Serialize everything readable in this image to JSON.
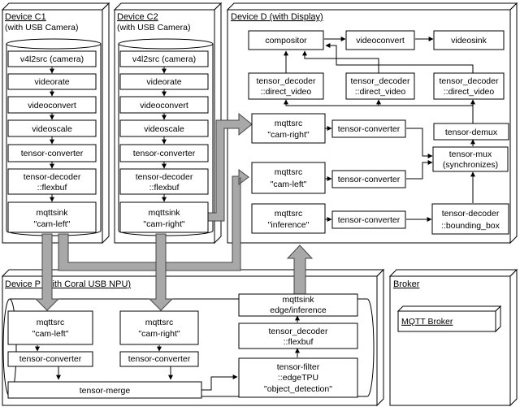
{
  "devices": {
    "c1": {
      "title_line1": "Device C1",
      "title_line2": "(with USB Camera)"
    },
    "c2": {
      "title_line1": "Device C2",
      "title_line2": "(with USB Camera)"
    },
    "d": {
      "title": "Device D (with Display)"
    },
    "p": {
      "title": "Device P (with Coral USB NPU)"
    },
    "broker": {
      "title": "Broker"
    }
  },
  "c1": {
    "v4l2src": "v4l2src (camera)",
    "videorate": "videorate",
    "videoconvert": "videoconvert",
    "videoscale": "videoscale",
    "converter": "tensor-converter",
    "decoder_l1": "tensor-decoder",
    "decoder_l2": "::flexbuf",
    "sink_l1": "mqttsink",
    "sink_l2": "\"cam-left\""
  },
  "c2": {
    "v4l2src": "v4l2src (camera)",
    "videorate": "videorate",
    "videoconvert": "videoconvert",
    "videoscale": "videoscale",
    "converter": "tensor-converter",
    "decoder_l1": "tensor-decoder",
    "decoder_l2": "::flexbuf",
    "sink_l1": "mqttsink",
    "sink_l2": "\"cam-right\""
  },
  "d": {
    "compositor": "compositor",
    "videoconvert": "videoconvert",
    "videosink": "videosink",
    "dec1_l1": "tensor_decoder",
    "dec1_l2": "::direct_video",
    "dec2_l1": "tensor_decoder",
    "dec2_l2": "::direct_video",
    "dec3_l1": "tensor_decoder",
    "dec3_l2": "::direct_video",
    "src_right_l1": "mqttsrc",
    "src_right_l2": "\"cam-right\"",
    "src_left_l1": "mqttsrc",
    "src_left_l2": "\"cam-left\"",
    "src_inf_l1": "mqttsrc",
    "src_inf_l2": "\"inference\"",
    "conv1": "tensor-converter",
    "conv2": "tensor-converter",
    "conv3": "tensor-converter",
    "demux": "tensor-demux",
    "mux_l1": "tensor-mux",
    "mux_l2": "(synchronizes)",
    "bbox_l1": "tensor-decoder",
    "bbox_l2": "::bounding_box"
  },
  "p": {
    "src_left_l1": "mqttsrc",
    "src_left_l2": "\"cam-left\"",
    "src_right_l1": "mqttsrc",
    "src_right_l2": "\"cam-right\"",
    "conv_left": "tensor-converter",
    "conv_right": "tensor-converter",
    "merge": "tensor-merge",
    "sink_l1": "mqttsink",
    "sink_l2": "edge/inference",
    "decoder_l1": "tensor_decoder",
    "decoder_l2": "::flexbuf",
    "filter_l1": "tensor-filter",
    "filter_l2": "::edgeTPU",
    "filter_l3": "\"object_detection\""
  },
  "broker": {
    "label": "MQTT Broker"
  }
}
